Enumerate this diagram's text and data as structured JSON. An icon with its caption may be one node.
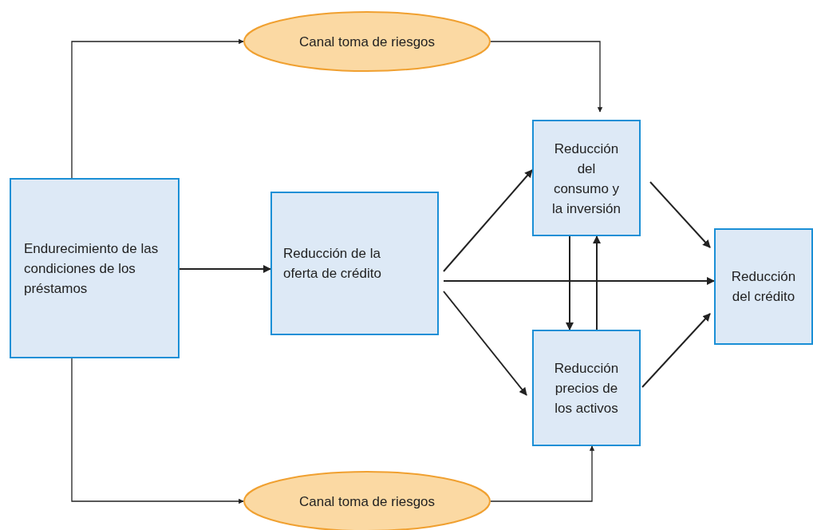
{
  "diagram": {
    "nodes": [
      {
        "text": [
          "Endurecimiento de las condiciones de los préstamos"
        ]
      },
      {
        "text": [
          "Canal toma de riesgos"
        ]
      },
      {
        "text": [
          "Reducción de la oferta de crédito"
        ]
      },
      {
        "text": [
          "Reducción del consumo y la inversión"
        ]
      },
      {
        "text": [
          "Reducción precios de los activos"
        ]
      },
      {
        "text": [
          "Reducción del crédito"
        ]
      },
      {
        "text": [
          "Canal toma de riesgos"
        ]
      }
    ],
    "edges": [
      {
        "from": 0,
        "to": 1,
        "arrow": "to"
      },
      {
        "from": 1,
        "to": 3,
        "arrow": "to"
      },
      {
        "from": 0,
        "to": 2,
        "arrow": "to"
      },
      {
        "from": 0,
        "to": 6,
        "arrow": "to"
      },
      {
        "from": 6,
        "to": 4,
        "arrow": "to"
      },
      {
        "from": 2,
        "to": 3,
        "arrow": "to"
      },
      {
        "from": 2,
        "to": 5,
        "arrow": "to"
      },
      {
        "from": 2,
        "to": 4,
        "arrow": "to"
      },
      {
        "from": 3,
        "to": 4,
        "arrow": "to"
      },
      {
        "from": 4,
        "to": 3,
        "arrow": "to"
      },
      {
        "from": 3,
        "to": 5,
        "arrow": "to"
      },
      {
        "from": 4,
        "to": 5,
        "arrow": "to"
      }
    ]
  }
}
